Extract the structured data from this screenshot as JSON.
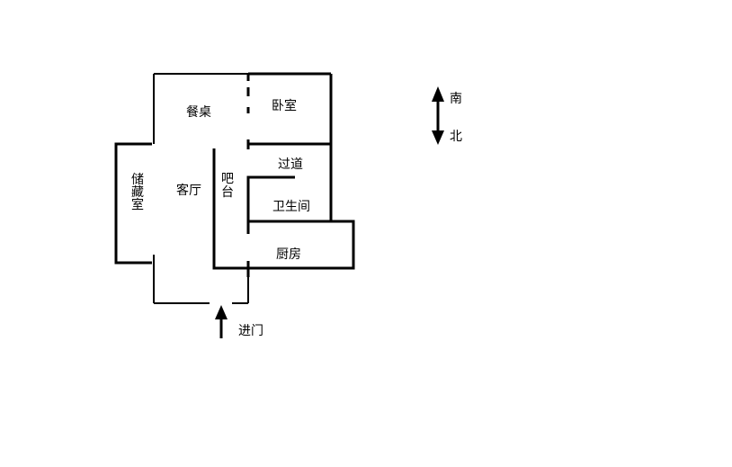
{
  "rooms": {
    "dining": "餐桌",
    "bedroom": "卧室",
    "corridor": "过道",
    "living": "客厅",
    "bar": "吧台",
    "bathroom": "卫生间",
    "kitchen": "厨房",
    "storage": "储藏室"
  },
  "entrance": {
    "label": "进门"
  },
  "compass": {
    "south": "南",
    "north": "北"
  }
}
